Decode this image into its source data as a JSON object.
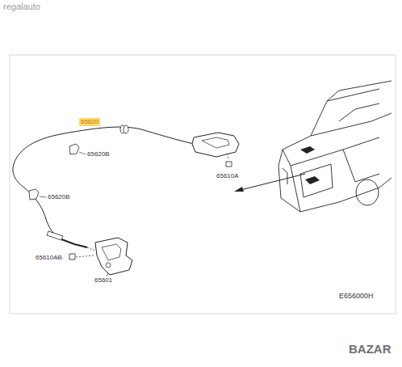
{
  "diagram": {
    "labels": [
      "regalauto",
      "65620",
      "65620B",
      "65610A",
      "65620B",
      "65610AB",
      "65601",
      "E656000H",
      "BAZAR"
    ]
  }
}
